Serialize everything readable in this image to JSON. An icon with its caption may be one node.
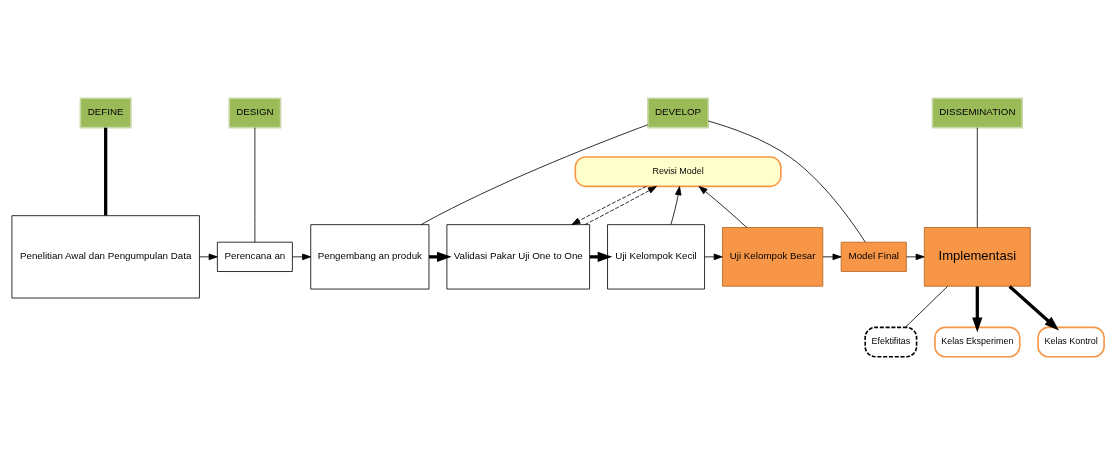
{
  "diagram": {
    "nodes": [
      {
        "text": [
          "DEFINE"
        ]
      },
      {
        "text": [
          "DESIGN"
        ]
      },
      {
        "text": [
          "DEVELOP"
        ]
      },
      {
        "text": [
          "DISSEMINATION"
        ]
      },
      {
        "text": [
          "Penelitian Awal dan Pengumpulan Data"
        ]
      },
      {
        "text": [
          "Perencana an"
        ]
      },
      {
        "text": [
          "Pengembang an produk"
        ]
      },
      {
        "text": [
          "Revisi Model"
        ]
      },
      {
        "text": [
          "Validasi Pakar Uji One to One"
        ]
      },
      {
        "text": [
          "Uji Kelompok Kecil"
        ]
      },
      {
        "text": [
          "Uji Kelompok Besar"
        ]
      },
      {
        "text": [
          "Model Final"
        ]
      },
      {
        "text": [
          "Implementasi"
        ]
      },
      {
        "text": [
          "Efektifitas"
        ]
      },
      {
        "text": [
          "Kelas Eksperimen"
        ]
      },
      {
        "text": [
          "Kelas Kontrol"
        ]
      }
    ],
    "edges": [
      {
        "from": 0,
        "to": 4,
        "arrow": "none",
        "style": "thick"
      },
      {
        "from": 1,
        "to": 5,
        "arrow": "none"
      },
      {
        "from": 2,
        "to": 6,
        "arrow": "none"
      },
      {
        "from": 2,
        "to": 11,
        "arrow": "none"
      },
      {
        "from": 3,
        "to": 12,
        "arrow": "none"
      },
      {
        "from": 4,
        "to": 5,
        "arrow": "to"
      },
      {
        "from": 5,
        "to": 6,
        "arrow": "to"
      },
      {
        "from": 6,
        "to": 8,
        "arrow": "to",
        "style": "thick"
      },
      {
        "from": 8,
        "to": 9,
        "arrow": "to",
        "style": "thick"
      },
      {
        "from": 7,
        "to": 8,
        "arrow": "to",
        "style": "dashed"
      },
      {
        "from": 8,
        "to": 7,
        "arrow": "to",
        "style": "dashed"
      },
      {
        "from": 9,
        "to": 10,
        "arrow": "to"
      },
      {
        "from": 9,
        "to": 7,
        "arrow": "to"
      },
      {
        "from": 10,
        "to": 11,
        "arrow": "to"
      },
      {
        "from": 10,
        "to": 7,
        "arrow": "to"
      },
      {
        "from": 11,
        "to": 12,
        "arrow": "to"
      },
      {
        "from": 12,
        "to": 13,
        "arrow": "none"
      },
      {
        "from": 12,
        "to": 14,
        "arrow": "to",
        "style": "thick"
      },
      {
        "from": 12,
        "to": 15,
        "arrow": "to",
        "style": "thick"
      }
    ]
  }
}
